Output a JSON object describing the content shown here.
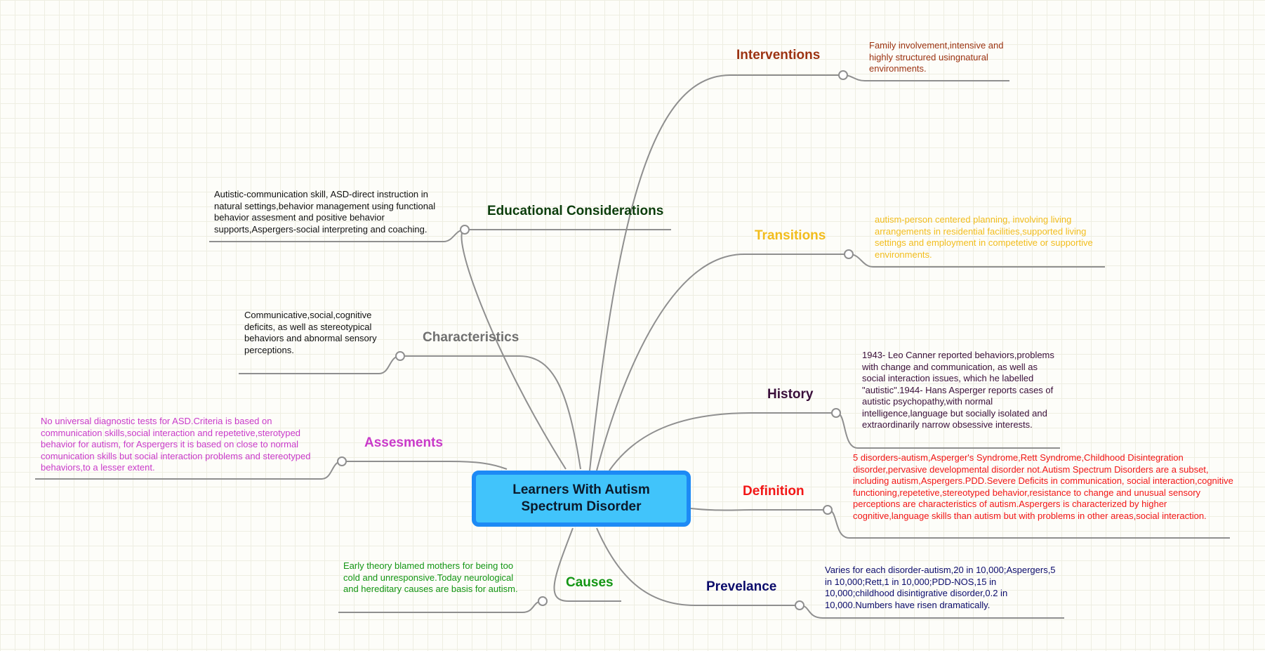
{
  "center": {
    "label": "Learners With Autism Spectrum Disorder"
  },
  "branches": {
    "interventions": {
      "label": "Interventions",
      "color": "#9c3312",
      "note": "Family involvement,intensive and highly structured usingnatural environments."
    },
    "educational": {
      "label": "Educational Considerations",
      "color": "#0c3d0c",
      "note": "Autistic-communication skill, ASD-direct instruction in natural settings,behavior management using functional behavior assesment and positive behavior supports,Aspergers-social interpreting and coaching."
    },
    "transitions": {
      "label": "Transitions",
      "color": "#f2bd1d",
      "note": "autism-person centered planning, involving living arrangements in residential facilities,supported living settings and employment in competetive or supportive environments."
    },
    "characteristics": {
      "label": "Characteristics",
      "color": "#707070",
      "note": "Communicative,social,cognitive deficits, as well as stereotypical behaviors and abnormal sensory perceptions."
    },
    "history": {
      "label": "History",
      "color": "#3a0f3a",
      "note": "1943- Leo Canner reported behaviors,problems with change and communication, as well as social interaction issues, which he labelled \"autistic\".1944- Hans Asperger reports cases of autistic psychopathy,with normal intelligence,language but socially isolated and extraordinarily narrow obsessive interests."
    },
    "assesments": {
      "label": "Assesments",
      "color": "#c93ac9",
      "note": "No universal diagnostic tests for ASD.Criteria is based on communication skills,social interaction and repetetive,sterotyped behavior for autism, for Aspergers it is based on close to normal comunication skills but social interaction problems and stereotyped behaviors,to a lesser extent."
    },
    "definition": {
      "label": "Definition",
      "color": "#f21616",
      "note": "5 disorders-autism,Asperger's Syndrome,Rett Syndrome,Childhood Disintegration disorder,pervasive developmental disorder not.Autism Spectrum Disorders are a subset, including autism,Aspergers.PDD.Severe Deficits in communication, social interaction,cognitive functioning,repetetive,stereotyped behavior,resistance to change and unusual sensory perceptions are characteristics of autism.Aspergers is characterized by higher cognitive,language skills than autism but with problems in other areas,social interaction."
    },
    "causes": {
      "label": "Causes",
      "color": "#149614",
      "note": "Early theory blamed mothers for being too cold and unresponsive.Today neurological and hereditary causes are basis for autism."
    },
    "prevelance": {
      "label": "Prevelance",
      "color": "#0b0b6b",
      "note": "Varies for each disorder-autism,20 in 10,000;Aspergers,5 in 10,000;Rett,1 in 10,000;PDD-NOS,15 in 10,000;childhood disintigrative disorder,0.2 in 10,000.Numbers have risen dramatically."
    }
  }
}
